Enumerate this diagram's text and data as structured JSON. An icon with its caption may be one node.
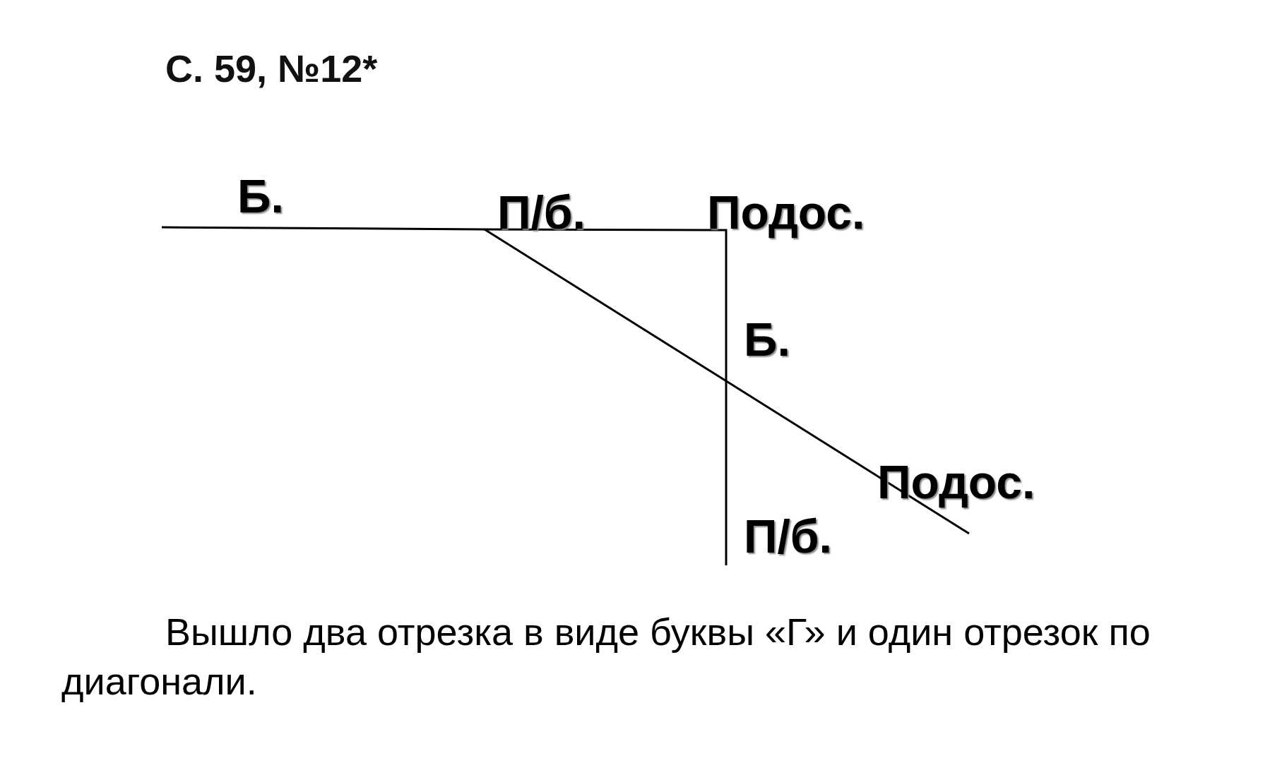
{
  "diagram": {
    "title": "С. 59, №12*",
    "caption": "Вышло два отрезка в виде буквы «Г» и один отрезок по диагонали.",
    "labels": [
      "Б.",
      "П/б.",
      "Подос.",
      "Б.",
      "Подос.",
      "П/б."
    ]
  }
}
